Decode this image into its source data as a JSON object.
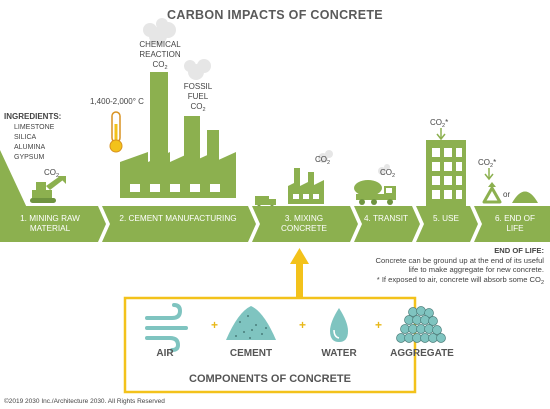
{
  "title": "CARBON IMPACTS OF CONCRETE",
  "ingredients": {
    "heading": "INGREDIENTS:",
    "items": [
      "LIMESTONE",
      "SILICA",
      "ALUMINA",
      "GYPSUM"
    ]
  },
  "labels": {
    "chemical_reaction_1": "CHEMICAL",
    "chemical_reaction_2": "REACTION",
    "fossil_fuel_1": "FOSSIL",
    "fossil_fuel_2": "FUEL",
    "temperature": "1,400-2,000° C",
    "co": "CO",
    "two": "2",
    "co_star": "CO",
    "star": "*",
    "or": "or"
  },
  "stages": [
    {
      "line1": "1. MINING RAW",
      "line2": "MATERIAL"
    },
    {
      "line1": "2. CEMENT MANUFACTURING",
      "line2": ""
    },
    {
      "line1": "3. MIXING",
      "line2": "CONCRETE"
    },
    {
      "line1": "4. TRANSIT",
      "line2": ""
    },
    {
      "line1": "5. USE",
      "line2": ""
    },
    {
      "line1": "6. END OF",
      "line2": "LIFE"
    }
  ],
  "end_of_life": {
    "heading": "END OF LIFE:",
    "line1": "Concrete can be ground up at the end of its useful",
    "line2": "life to make aggregate for new concrete.",
    "line3": "* If exposed to air, concrete will absorb some CO"
  },
  "components": {
    "title": "COMPONENTS OF CONCRETE",
    "items": [
      "AIR",
      "CEMENT",
      "WATER",
      "AGGREGATE"
    ],
    "plus": "+"
  },
  "copyright": "©2019 2030 Inc./Architecture 2030. All Rights Reserved",
  "colors": {
    "green": "#8cb04f",
    "dark_green": "#6f9440",
    "yellow": "#f3c21b",
    "teal": "#7fc4c0"
  }
}
